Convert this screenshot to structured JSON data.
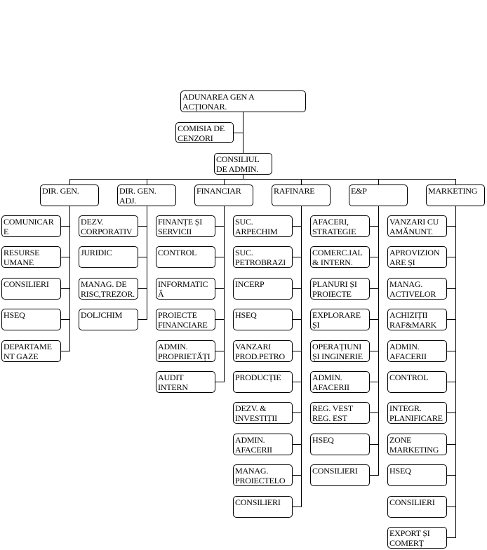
{
  "org_chart": {
    "top": {
      "adunarea": "ADUNAREA GEN A\nACȚIONAR.",
      "comisia": "COMISIA DE\nCENZORI",
      "consiliul": "CONSILIUL\nDE ADMIN."
    },
    "departments": [
      {
        "label": "DIR. GEN.",
        "children": [
          "COMUNICAR\nE",
          "RESURSE\nUMANE",
          "CONSILIERI",
          "HSEQ",
          "DEPARTAME\nNT GAZE"
        ]
      },
      {
        "label": "DIR. GEN.\nADJ.",
        "children": [
          "DEZV.\nCORPORATIV",
          "JURIDIC",
          "MANAG. DE\nRISC,TREZOR.",
          "DOLJCHIM"
        ]
      },
      {
        "label": "FINANCIAR",
        "children": [
          "FINANȚE ȘI\nSERVICII",
          "CONTROL",
          "INFORMATIC\nĂ",
          "PROIECTE\nFINANCIARE",
          "ADMIN.\nPROPRIETĂȚI",
          "AUDIT\nINTERN"
        ]
      },
      {
        "label": "RAFINARE",
        "children": [
          "SUC.\nARPECHIM",
          "SUC.\nPETROBRAZI",
          "INCERP",
          "HSEQ",
          "VANZARI\nPROD.PETRO",
          "PRODUCȚIE",
          "DEZV. &\nINVESTIȚII",
          "ADMIN.\nAFACERII",
          "MANAG.\nPROIECTELO",
          "CONSILIERI"
        ]
      },
      {
        "label": "E&P",
        "children": [
          "AFACERI,\nSTRATEGIE",
          "COMERC.IAL\n& INTERN.",
          "PLANURI ȘI\nPROIECTE",
          "EXPLORARE\nȘI",
          "OPERAȚIUNI\nȘI INGINERIE",
          "ADMIN.\nAFACERII",
          "REG. VEST\nREG. EST",
          "HSEQ",
          "CONSILIERI"
        ]
      },
      {
        "label": "MARKETING",
        "children": [
          "VANZARI CU\nAMĂNUNT.",
          "APROVIZION\nARE ȘI",
          "MANAG.\nACTIVELOR",
          "ACHIZIȚII\nRAF&MARK",
          "ADMIN.\nAFACERII",
          "CONTROL",
          "INTEGR.\nPLANIFICARE",
          "ZONE\nMARKETING",
          "HSEQ",
          "CONSILIERI",
          "EXPORT ȘI\nCOMERȚ"
        ]
      }
    ]
  }
}
